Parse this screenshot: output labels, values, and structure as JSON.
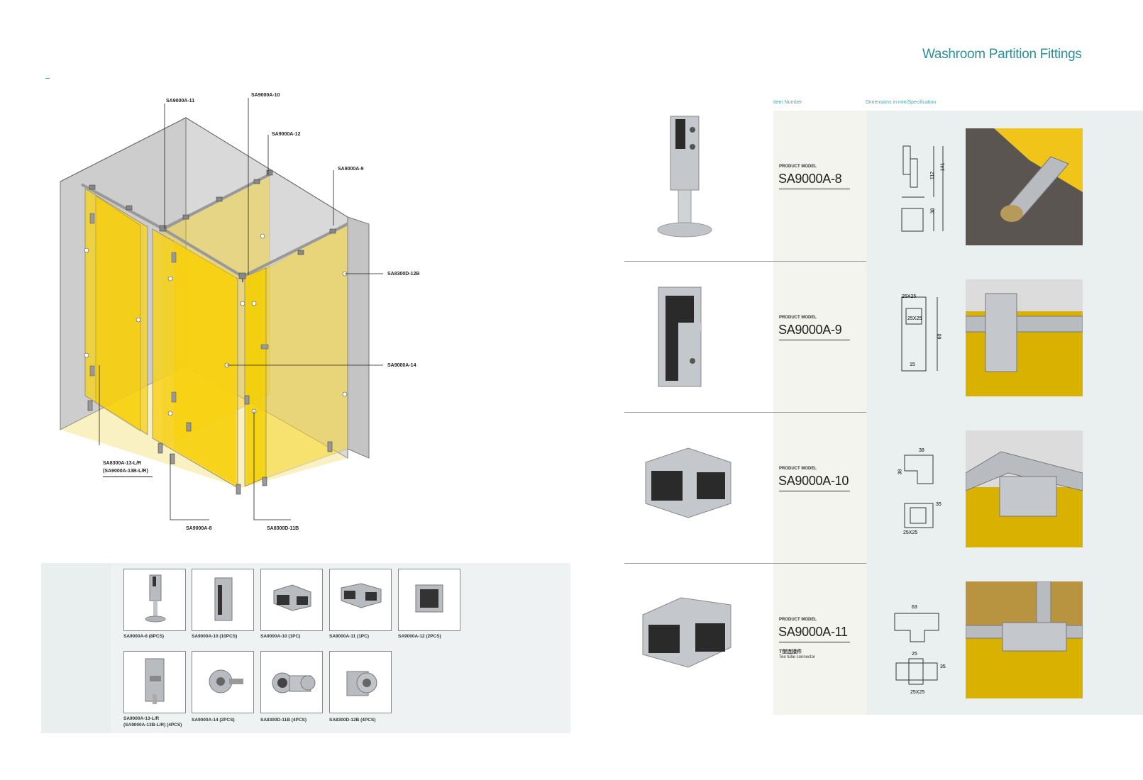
{
  "header": {
    "title": "Washroom Partition Fittings"
  },
  "table_headers": {
    "item_number": "Item Number",
    "dimensions": "Dimensions in mm/Specification"
  },
  "diagram": {
    "callouts": {
      "c1": "SA9000A-11",
      "c2": "SA9000A-10",
      "c3": "SA9000A-12",
      "c4": "SA9000A-9",
      "c5": "SA8300D-12B",
      "c6": "SA9000A-14",
      "c7a": "SA8300A-13-L/R",
      "c7b": "(SA9000A-13B-L/R)",
      "c8": "SA9000A-8",
      "c9": "SA8300D-11B"
    }
  },
  "thumbnails": [
    {
      "label": "SA9000A-8 (8PCS)"
    },
    {
      "label": "SA9000A-10 (10PCS)"
    },
    {
      "label": "SA9000A-10 (1PC)"
    },
    {
      "label": "SA9000A-11 (1PC)"
    },
    {
      "label": "SA9000A-12 (2PCS)"
    },
    {
      "label": "SA9000A-13-L/R",
      "label2": "(SA9000A-13B-L/R)  (4PCS)"
    },
    {
      "label": "SA9000A-14 (2PCS)"
    },
    {
      "label": "SA8300D-11B (4PCS)"
    },
    {
      "label": "SA8300D-12B (4PCS)"
    }
  ],
  "products": [
    {
      "product_model_label": "PRODUCT MODEL",
      "model": "SA9000A-8",
      "dims": {
        "d1": "141",
        "d2": "112",
        "d3": "38"
      }
    },
    {
      "product_model_label": "PRODUCT MODEL",
      "model": "SA9000A-9",
      "dims": {
        "d1": "25X25",
        "d2": "25X25",
        "d3": "60",
        "d4": "15"
      }
    },
    {
      "product_model_label": "PRODUCT MODEL",
      "model": "SA9000A-10",
      "dims": {
        "d1": "38",
        "d2": "38",
        "d3": "35",
        "d4": "25X25"
      }
    },
    {
      "product_model_label": "PRODUCT MODEL",
      "model": "SA9000A-11",
      "name_cn": "T型连接件",
      "name_en": "Tee tube connector",
      "dims": {
        "d1": "63",
        "d2": "25",
        "d3": "35",
        "d4": "25X25"
      }
    }
  ],
  "colors": {
    "title": "#2f8f98",
    "panel_yellow": "#f7d21e",
    "wall_grey": "#cfcfcf",
    "steel": "#b8bcc0"
  }
}
